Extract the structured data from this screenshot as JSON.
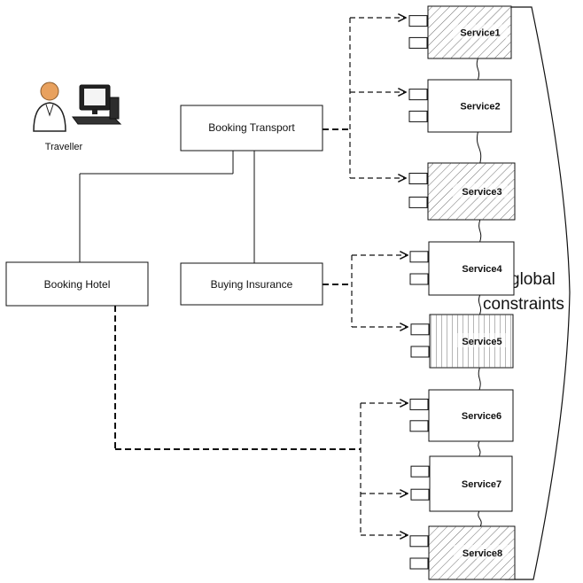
{
  "actor": {
    "label": "Traveller"
  },
  "tasks": {
    "booking_transport": "Booking Transport",
    "booking_hotel": "Booking Hotel",
    "buying_insurance": "Buying Insurance"
  },
  "services": [
    {
      "label": "Service1",
      "fill": "diagonal"
    },
    {
      "label": "Service2",
      "fill": "none"
    },
    {
      "label": "Service3",
      "fill": "diagonal"
    },
    {
      "label": "Service4",
      "fill": "none"
    },
    {
      "label": "Service5",
      "fill": "vertical"
    },
    {
      "label": "Service6",
      "fill": "none"
    },
    {
      "label": "Service7",
      "fill": "none"
    },
    {
      "label": "Service8",
      "fill": "diagonal"
    }
  ],
  "constraints": {
    "line1": "global",
    "line2": "constraints"
  },
  "colors": {
    "stroke": "#111111",
    "person_head": "#e8a15e",
    "person_body": "#ffffff"
  }
}
